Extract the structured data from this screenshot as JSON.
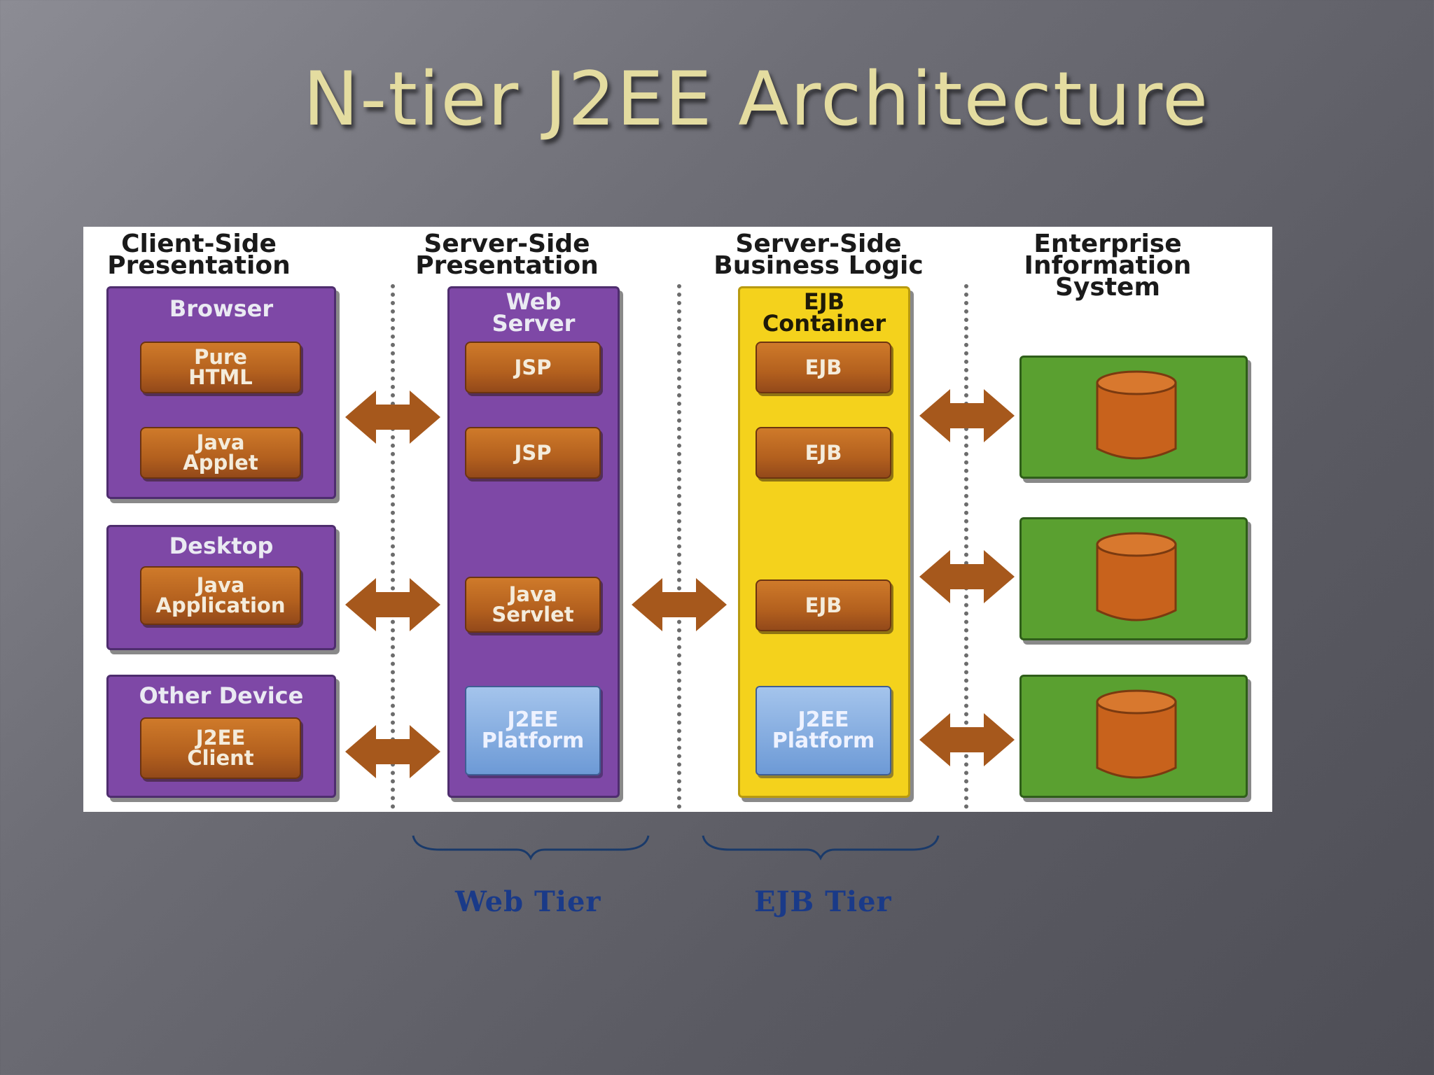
{
  "title": "N-tier J2EE Architecture",
  "columns": [
    {
      "line1": "Client-Side",
      "line2": "Presentation"
    },
    {
      "line1": "Server-Side",
      "line2": "Presentation"
    },
    {
      "line1": "Server-Side",
      "line2": "Business Logic"
    },
    {
      "line1": "Enterprise",
      "line2": "Information",
      "line3": "System"
    }
  ],
  "client": {
    "browser": {
      "title": "Browser",
      "items": [
        {
          "l1": "Pure",
          "l2": "HTML"
        },
        {
          "l1": "Java",
          "l2": "Applet"
        }
      ]
    },
    "desktop": {
      "title": "Desktop",
      "items": [
        {
          "l1": "Java",
          "l2": "Application"
        }
      ]
    },
    "other": {
      "title": "Other Device",
      "items": [
        {
          "l1": "J2EE",
          "l2": "Client"
        }
      ]
    }
  },
  "web_server": {
    "title1": "Web",
    "title2": "Server",
    "items": [
      "JSP",
      "JSP"
    ],
    "servlet": {
      "l1": "Java",
      "l2": "Servlet"
    },
    "platform": {
      "l1": "J2EE",
      "l2": "Platform"
    }
  },
  "ejb_container": {
    "title1": "EJB",
    "title2": "Container",
    "items": [
      "EJB",
      "EJB",
      "EJB"
    ],
    "platform": {
      "l1": "J2EE",
      "l2": "Platform"
    }
  },
  "tiers": {
    "web": "Web Tier",
    "ejb": "EJB Tier"
  },
  "colors": {
    "purple": "#7e48a6",
    "yellow": "#f4d21c",
    "green": "#5aa030",
    "orange": "#b3601e",
    "arrow": "#a6581c",
    "platform": "#7aa2dc",
    "tier_text": "#1a3a88",
    "title_text": "#e4dca0"
  },
  "icons": [
    "double-arrow-icon",
    "database-cylinder-icon",
    "curly-brace-icon"
  ]
}
